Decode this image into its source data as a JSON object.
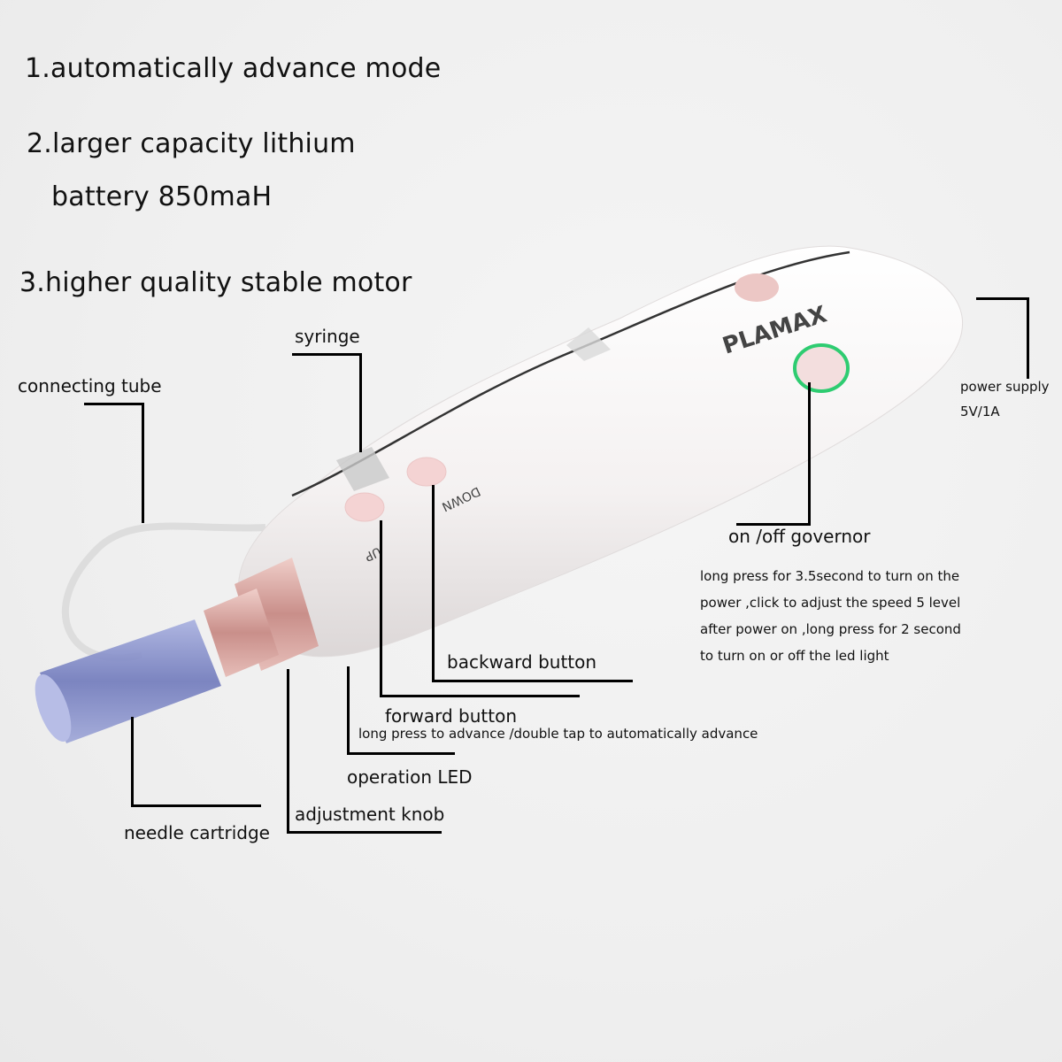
{
  "features": [
    {
      "text": "1.automatically advance mode"
    },
    {
      "text": "2.larger capacity lithium"
    },
    {
      "text": "battery 850maH"
    },
    {
      "text": "3.higher quality stable motor"
    }
  ],
  "device": {
    "brand": "PLAMAX",
    "button_up": "UP",
    "button_down": "DOWN",
    "led_color": "#2ecc71",
    "body_color": "#f7f4f3",
    "cartridge_color": "#7d86c4",
    "knob_color": "#d9a8a3",
    "button_color": "#f4d3d3"
  },
  "labels": {
    "syringe": "syringe",
    "connecting_tube": "connecting tube",
    "power_supply": "power supply",
    "power_supply_spec": "5V/1A",
    "on_off_governor": "on /off governor",
    "governor_desc": "long press for 3.5second to turn on the power ,click to adjust the speed 5 level after power on ,long press for 2 second to turn on or off the led light",
    "backward_button": "backward button",
    "forward_button": "forward button",
    "forward_desc": "long press to advance /double  tap to automatically advance",
    "operation_led": "operation LED",
    "adjustment_knob": "adjustment knob",
    "needle_cartridge": "needle cartridge"
  }
}
